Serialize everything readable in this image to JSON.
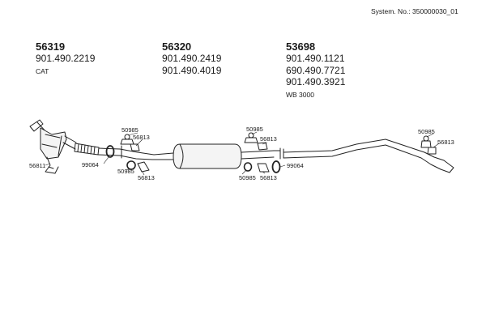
{
  "system_no": "System. No.: 350000030_01",
  "groups": [
    {
      "id": "56319",
      "parts": [
        "901.490.2219"
      ],
      "note": "CAT"
    },
    {
      "id": "56320",
      "parts": [
        "901.490.2419",
        "901.490.4019"
      ],
      "note": ""
    },
    {
      "id": "53698",
      "parts": [
        "901.490.1121",
        "690.490.7721",
        "901.490.3921"
      ],
      "note": "WB 3000"
    }
  ],
  "labels": {
    "l56811": "56811",
    "l99064a": "99064",
    "l50985a": "50985",
    "l56813a": "56813",
    "l50985b": "50985",
    "l56813b": "56813",
    "l50985c": "50985",
    "l56813c": "56813",
    "l50985d": "50985",
    "l56813d": "56813",
    "l99064b": "99064",
    "l50985e": "50985",
    "l56813e": "56813"
  }
}
